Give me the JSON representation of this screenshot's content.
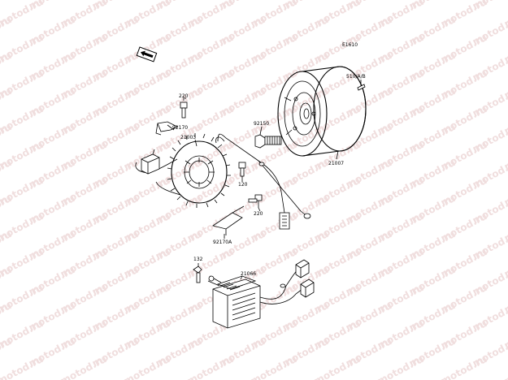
{
  "watermark": {
    "text": "motod.ru",
    "color": "#f0dede"
  },
  "diagram": {
    "figure_code": "E1610",
    "parts": {
      "flywheel": "21007",
      "flywheel_key": "510/A/B",
      "flywheel_bolt": "92150",
      "stator": "21003",
      "stator_bolt": "120",
      "upper_bolt": "220",
      "upper_clamp": "92170",
      "lower_bolt": "220",
      "lower_clamp": "92170A",
      "regulator": "21066",
      "regulator_bolt": "132"
    }
  }
}
